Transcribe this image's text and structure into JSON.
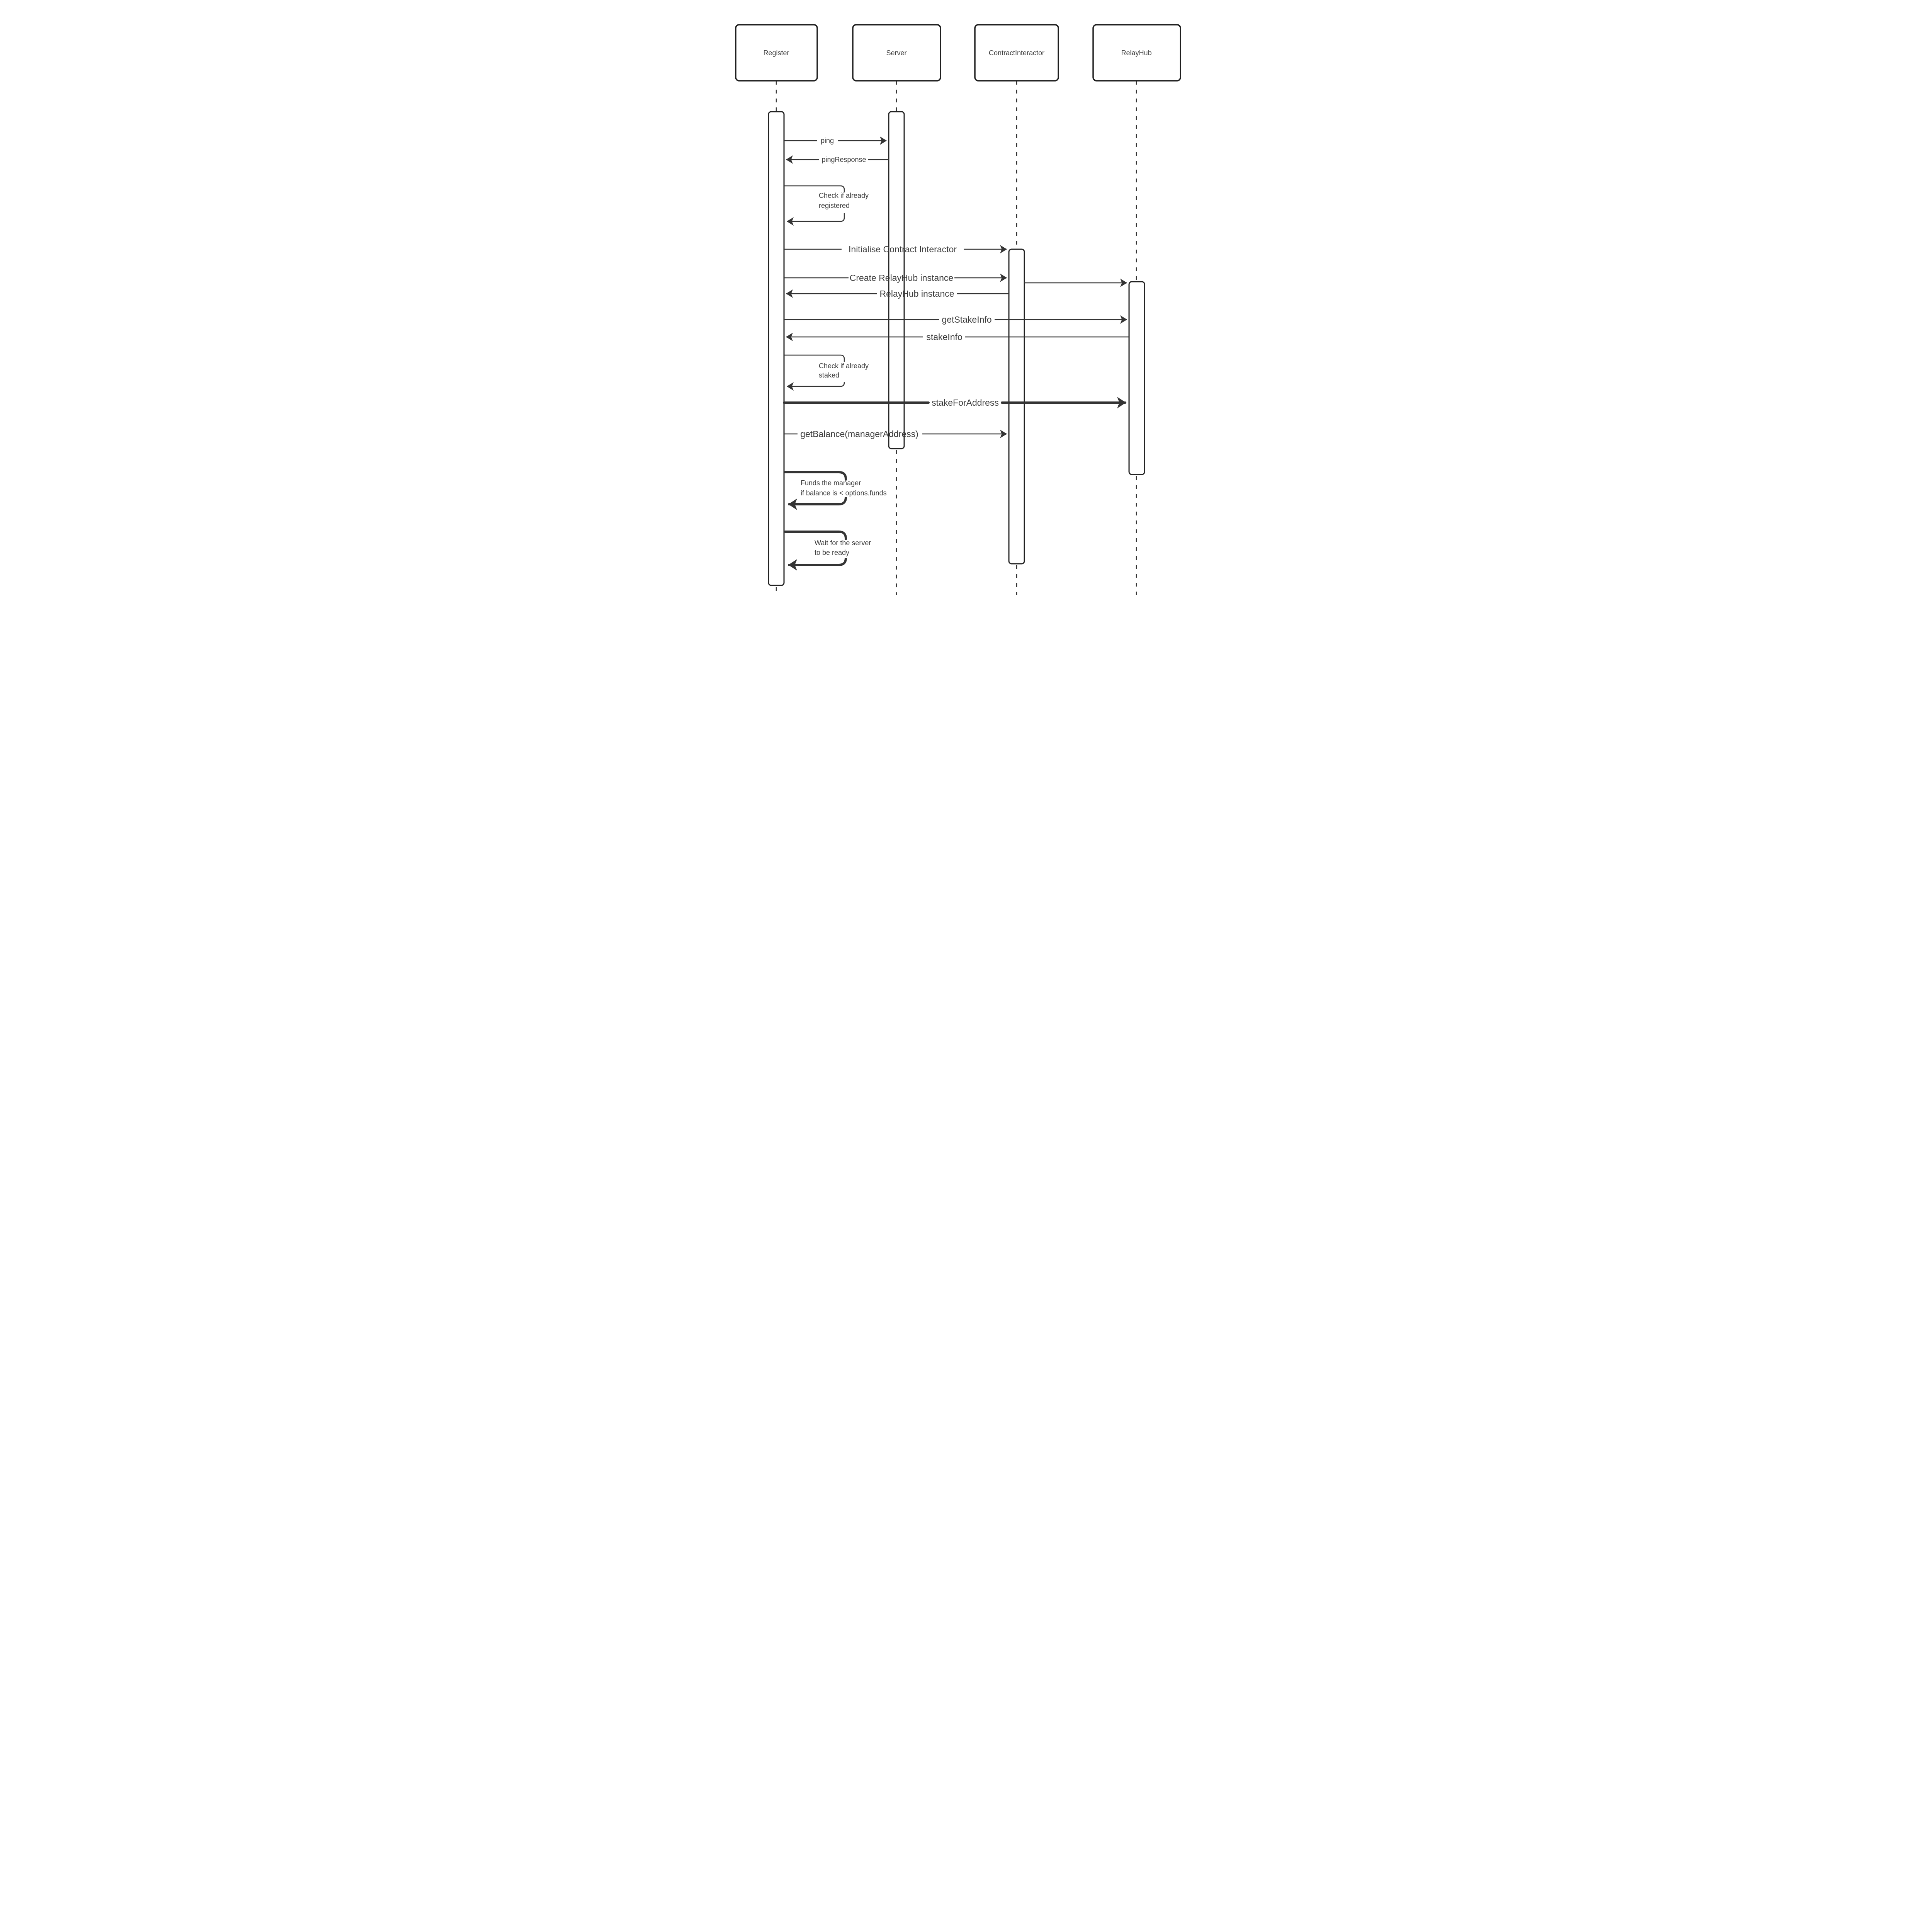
{
  "participants": [
    {
      "label": "Register",
      "highlighted": false
    },
    {
      "label": "Server",
      "highlighted": false
    },
    {
      "label": "ContractInteractor",
      "highlighted": false
    },
    {
      "label": "RelayHub",
      "highlighted": true
    }
  ],
  "messages": [
    {
      "label": "ping",
      "from": "Register",
      "to": "Server",
      "style": "solid"
    },
    {
      "label": "pingResponse",
      "from": "Server",
      "to": "Register",
      "style": "solid"
    },
    {
      "label": "Initialise Contract Interactor",
      "from": "Register",
      "to": "ContractInteractor",
      "style": "solid"
    },
    {
      "label": "Create RelayHub instance",
      "from": "Register",
      "to": "ContractInteractor",
      "style": "solid"
    },
    {
      "label": "",
      "from": "ContractInteractor",
      "to": "RelayHub",
      "style": "solid"
    },
    {
      "label": "RelayHub instance",
      "from": "ContractInteractor",
      "to": "Register",
      "style": "solid"
    },
    {
      "label": "getStakeInfo",
      "from": "Register",
      "to": "RelayHub",
      "style": "solid"
    },
    {
      "label": "stakeInfo",
      "from": "RelayHub",
      "to": "Register",
      "style": "solid"
    },
    {
      "label": "stakeForAddress",
      "from": "Register",
      "to": "RelayHub",
      "style": "bold"
    },
    {
      "label": "getBalance(managerAddress)",
      "from": "Register",
      "to": "ContractInteractor",
      "style": "solid"
    }
  ],
  "self_messages": [
    {
      "actor": "Register",
      "line1": "Check if already",
      "line2": "registered",
      "style": "solid"
    },
    {
      "actor": "Register",
      "line1": "Check if already",
      "line2": "staked",
      "style": "solid"
    },
    {
      "actor": "Register",
      "line1": "Funds the manager",
      "line2": "if balance is < options.funds",
      "style": "bold"
    },
    {
      "actor": "Register",
      "line1": "Wait for the server",
      "line2": "to be ready",
      "style": "bold"
    }
  ],
  "colors": {
    "highlight_fill": "#9fe8ec",
    "line": "#343434",
    "text": "#3a3a3a",
    "box_border": "#1e1e1e",
    "background": "#ffffff"
  }
}
